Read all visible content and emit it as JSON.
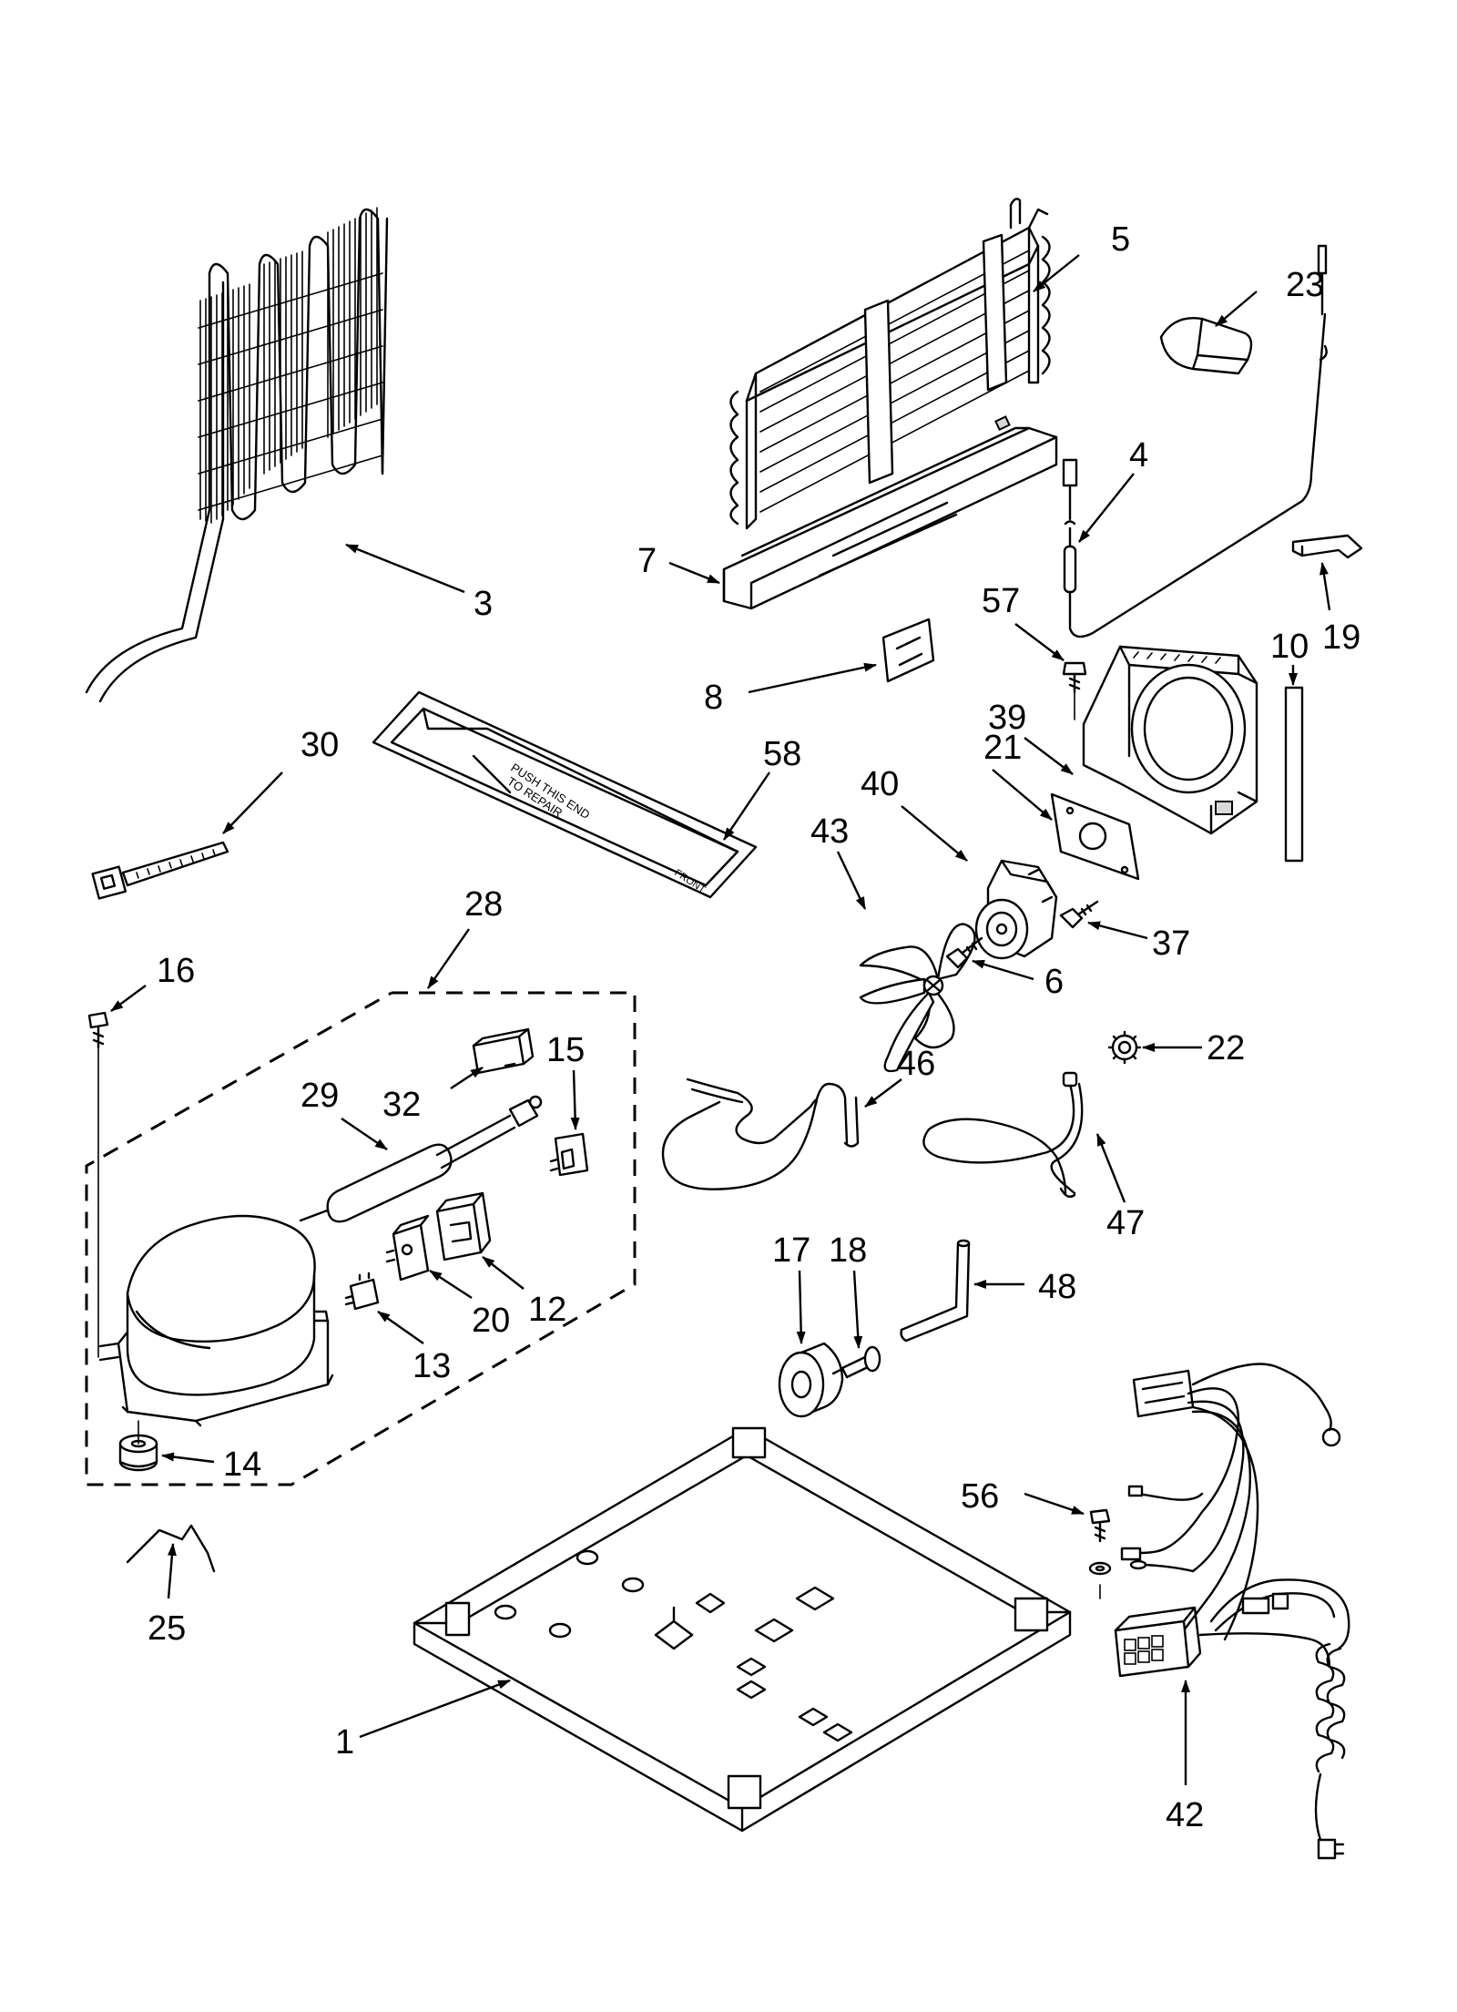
{
  "callouts": {
    "c1": "1",
    "c3": "3",
    "c4": "4",
    "c5": "5",
    "c6": "6",
    "c7": "7",
    "c8": "8",
    "c10": "10",
    "c12": "12",
    "c13": "13",
    "c14": "14",
    "c15": "15",
    "c16": "16",
    "c17": "17",
    "c18": "18",
    "c19": "19",
    "c20": "20",
    "c21": "21",
    "c22": "22",
    "c23": "23",
    "c25": "25",
    "c28": "28",
    "c29": "29",
    "c30": "30",
    "c32": "32",
    "c37": "37",
    "c39": "39",
    "c40": "40",
    "c42": "42",
    "c43": "43",
    "c46": "46",
    "c47": "47",
    "c48": "48",
    "c56": "56",
    "c57": "57",
    "c58": "58"
  },
  "drip_tray": {
    "text_line1": "PUSH THIS END",
    "text_line2": "TO REPAIR",
    "front_label": "FRONT"
  }
}
